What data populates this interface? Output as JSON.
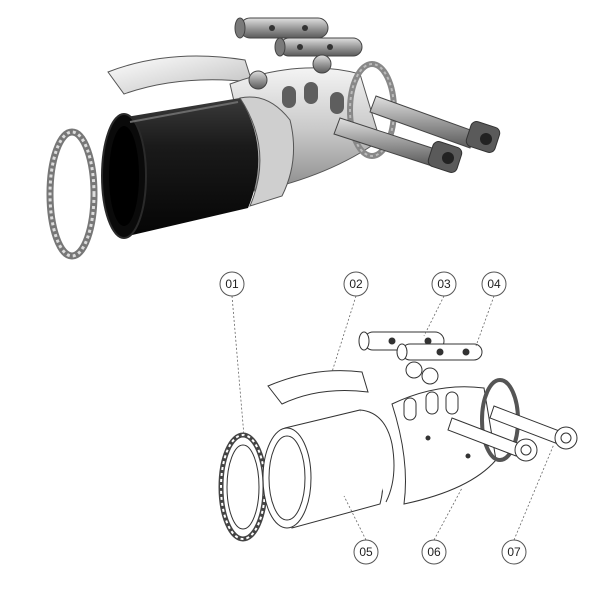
{
  "callouts": [
    {
      "label": "01",
      "part": "retaining-ring"
    },
    {
      "label": "02",
      "part": "top-shell"
    },
    {
      "label": "03",
      "part": "upper-cross-pin"
    },
    {
      "label": "04",
      "part": "lower-cross-pin"
    },
    {
      "label": "05",
      "part": "main-sleeve"
    },
    {
      "label": "06",
      "part": "clamp-body"
    },
    {
      "label": "07",
      "part": "hex-bolts"
    }
  ],
  "colors": {
    "sleeve_dark": "#111111",
    "metal_light": "#e6e6e6",
    "metal_mid": "#b8b8b8",
    "line": "#333333"
  }
}
